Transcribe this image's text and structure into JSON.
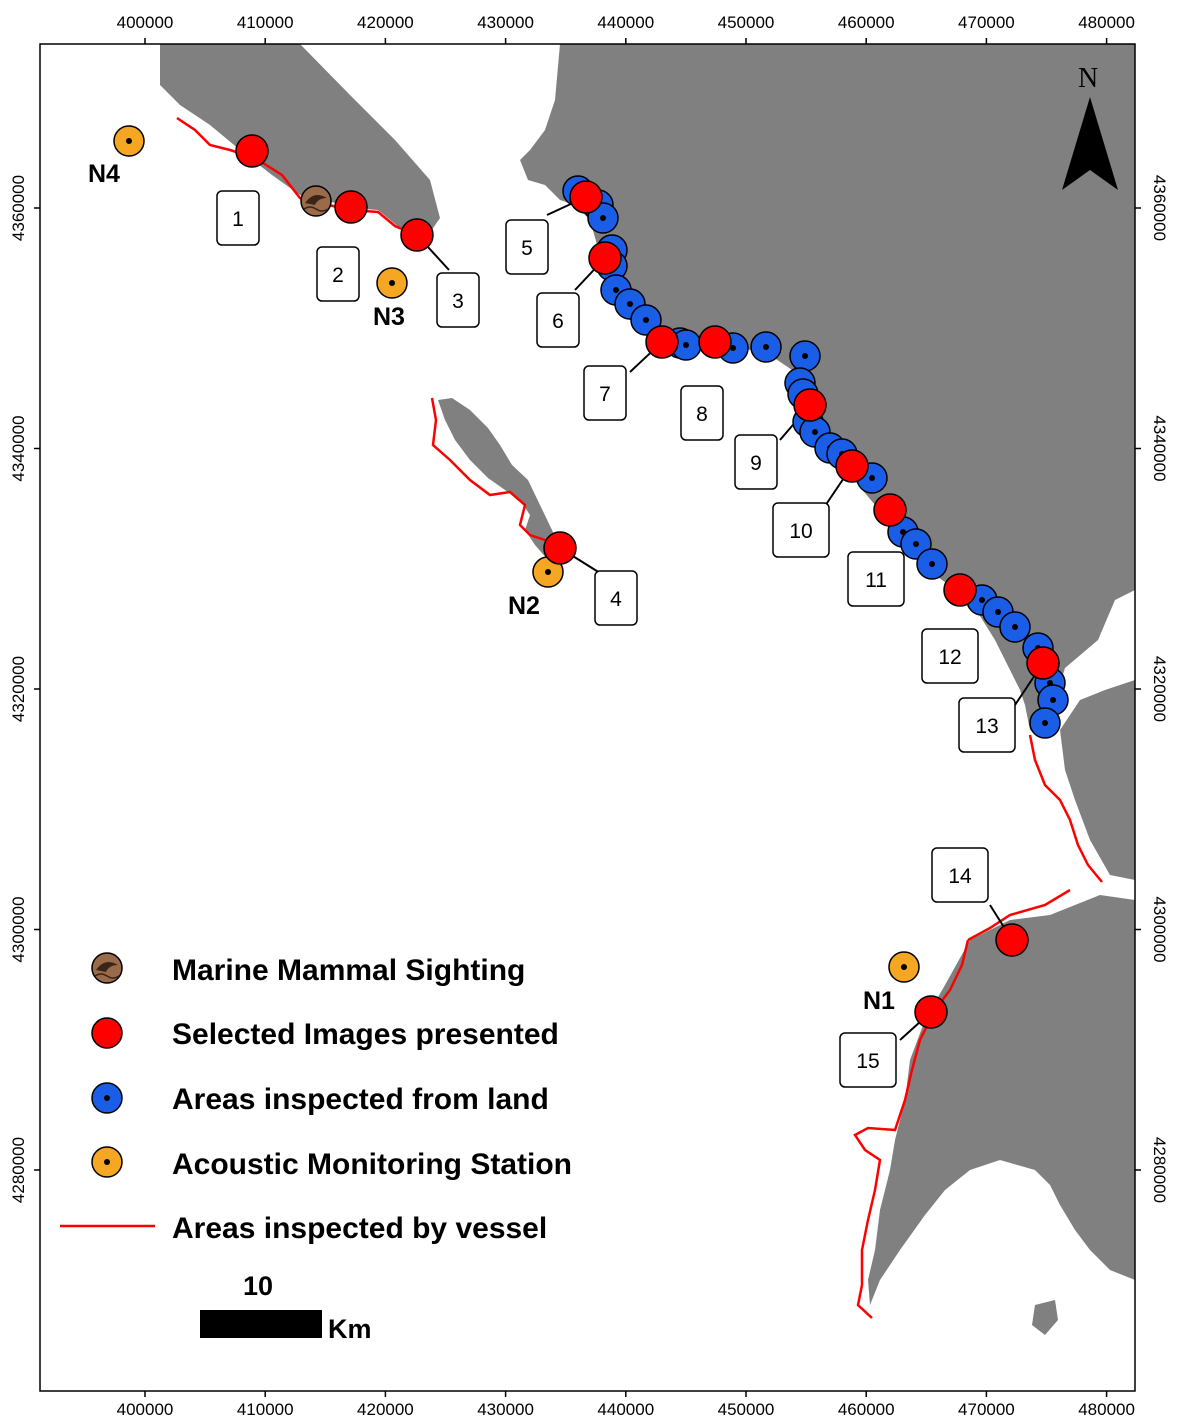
{
  "axes": {
    "x_ticks": [
      "400000",
      "410000",
      "420000",
      "430000",
      "440000",
      "450000",
      "460000",
      "470000",
      "480000"
    ],
    "y_ticks": [
      "4360000",
      "4340000",
      "4320000",
      "4300000",
      "4280000"
    ]
  },
  "north": "N",
  "stations": [
    {
      "id": "N4",
      "label": "N4"
    },
    {
      "id": "N3",
      "label": "N3"
    },
    {
      "id": "N2",
      "label": "N2"
    },
    {
      "id": "N1",
      "label": "N1"
    }
  ],
  "callouts": [
    "1",
    "2",
    "3",
    "4",
    "5",
    "6",
    "7",
    "8",
    "9",
    "10",
    "11",
    "12",
    "13",
    "14",
    "15"
  ],
  "legend": {
    "mammal": "Marine Mammal Sighting",
    "selected": "Selected Images presented",
    "land": "Areas inspected from land",
    "acoustic": "Acoustic Monitoring Station",
    "vessel": "Areas inspected by vessel"
  },
  "scale_bar": {
    "value": "10",
    "unit": "Km"
  },
  "colors": {
    "land": "#808080",
    "selected": "#ff0000",
    "inspected_land": "#1a5ee8",
    "acoustic": "#f5a623",
    "vessel_track": "#ff0000",
    "mammal": "#9a6b4a"
  }
}
